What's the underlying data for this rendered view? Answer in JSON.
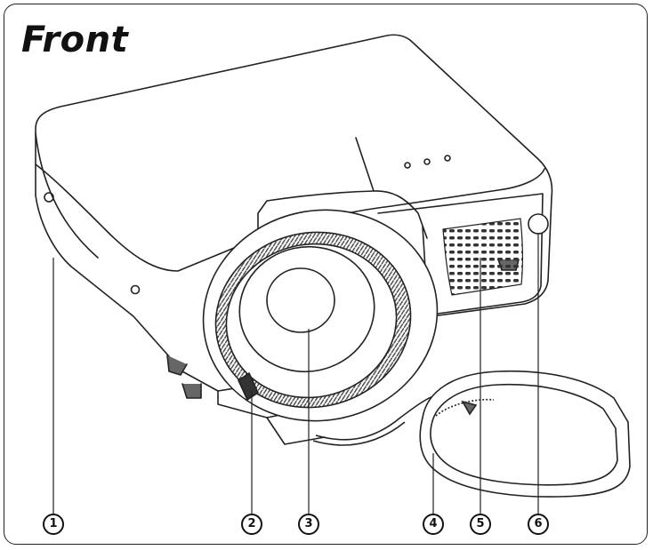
{
  "title": "Front",
  "callouts": [
    "1",
    "2",
    "3",
    "4",
    "5",
    "6"
  ]
}
